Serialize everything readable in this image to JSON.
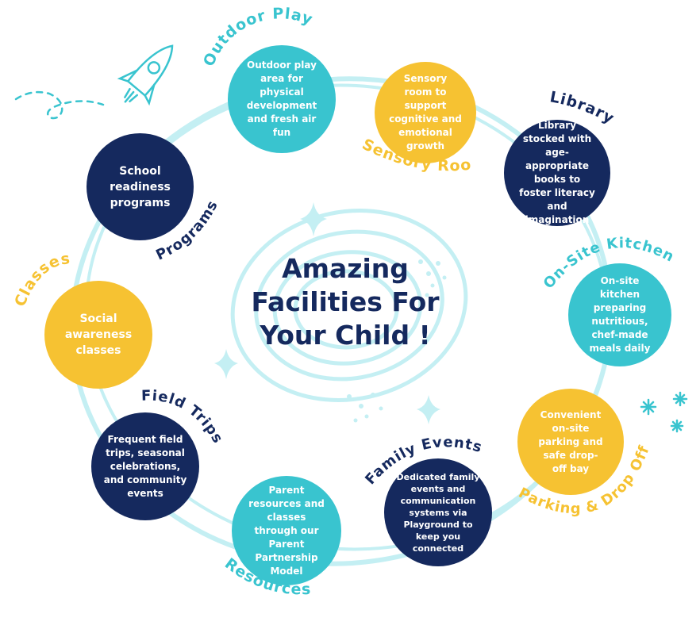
{
  "title": {
    "line1": "Amazing",
    "line2": "Facilities For",
    "line3": "Your Child !"
  },
  "colors": {
    "navy": "#15295e",
    "teal": "#39c4cf",
    "yellow": "#f6c232",
    "light_teal": "#bdeef2"
  },
  "items": {
    "outdoor_play": {
      "label": "Outdoor Play",
      "text": "Outdoor play area for physical development and fresh air fun"
    },
    "sensory_room": {
      "label": "Sensory Room",
      "text": "Sensory room to support cognitive and emotional growth"
    },
    "library": {
      "label": "Library",
      "text": "Library stocked with age-appropriate books to foster literacy and imagination"
    },
    "kitchen": {
      "label": "On-Site Kitchen",
      "text": "On-site kitchen preparing nutritious, chef-made meals daily"
    },
    "parking": {
      "label": "Parking & Drop Off",
      "text": "Convenient on-site parking and safe drop-off bay"
    },
    "family_events": {
      "label": "Family Events",
      "text": "Dedicated family events and communication systems via Playground to keep you connected"
    },
    "resources": {
      "label": "Resources",
      "text": "Parent resources and classes through our Parent Partnership Model"
    },
    "field_trips": {
      "label": "Field Trips",
      "text": "Frequent field trips, seasonal celebrations, and community events"
    },
    "classes": {
      "label": "Classes",
      "text": "Social awareness classes"
    },
    "programs": {
      "label": "Programs",
      "text": "School readiness programs"
    }
  },
  "icons": [
    "rocket-icon",
    "sparkle-icon",
    "asterisk-icon"
  ]
}
